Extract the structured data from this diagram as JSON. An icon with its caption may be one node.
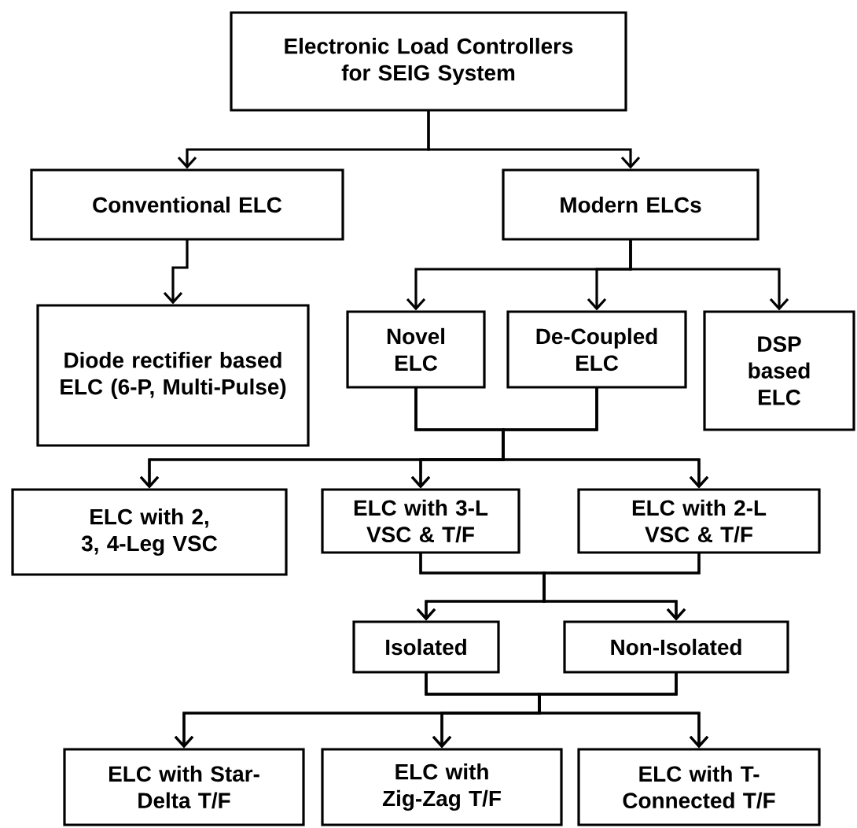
{
  "diagram": {
    "nodes": [
      {
        "text": [
          "Electronic Load Controllers for SEIG System"
        ]
      },
      {
        "text": [
          "Conventional ELC"
        ]
      },
      {
        "text": [
          "Modern ELCs"
        ]
      },
      {
        "text": [
          "Diode rectifier based ELC (6-P, Multi-Pulse)"
        ]
      },
      {
        "text": [
          "Novel ELC"
        ]
      },
      {
        "text": [
          "De-Coupled ELC"
        ]
      },
      {
        "text": [
          "DSP based ELC"
        ]
      },
      {
        "text": [
          "ELC with 2, 3, 4-Leg VSC"
        ]
      },
      {
        "text": [
          "ELC with 3-L VSC & T/F"
        ]
      },
      {
        "text": [
          "ELC with 2-L VSC & T/F"
        ]
      },
      {
        "text": [
          "Isolated"
        ]
      },
      {
        "text": [
          "Non-Isolated"
        ]
      },
      {
        "text": [
          "ELC with Star-Delta T/F"
        ]
      },
      {
        "text": [
          "ELC with Zig-Zag T/F"
        ]
      },
      {
        "text": [
          "ELC with T-Connected T/F"
        ]
      }
    ],
    "edges": [
      {
        "from": 0,
        "to": 1,
        "arrow": "to"
      },
      {
        "from": 0,
        "to": 2,
        "arrow": "to"
      },
      {
        "from": 1,
        "to": 3,
        "arrow": "to"
      },
      {
        "from": 2,
        "to": 4,
        "arrow": "to"
      },
      {
        "from": 2,
        "to": 5,
        "arrow": "to"
      },
      {
        "from": 2,
        "to": 6,
        "arrow": "to"
      },
      {
        "from": 4,
        "to": 7,
        "arrow": "to"
      },
      {
        "from": 4,
        "to": 8,
        "arrow": "to"
      },
      {
        "from": 4,
        "to": 9,
        "arrow": "to"
      },
      {
        "from": 5,
        "to": 7,
        "arrow": "to"
      },
      {
        "from": 5,
        "to": 8,
        "arrow": "to"
      },
      {
        "from": 5,
        "to": 9,
        "arrow": "to"
      },
      {
        "from": 8,
        "to": 10,
        "arrow": "to"
      },
      {
        "from": 8,
        "to": 11,
        "arrow": "to"
      },
      {
        "from": 9,
        "to": 10,
        "arrow": "to"
      },
      {
        "from": 9,
        "to": 11,
        "arrow": "to"
      },
      {
        "from": 10,
        "to": 12,
        "arrow": "to"
      },
      {
        "from": 10,
        "to": 13,
        "arrow": "to"
      },
      {
        "from": 10,
        "to": 14,
        "arrow": "to"
      },
      {
        "from": 11,
        "to": 12,
        "arrow": "to"
      },
      {
        "from": 11,
        "to": 13,
        "arrow": "to"
      },
      {
        "from": 11,
        "to": 14,
        "arrow": "to"
      }
    ]
  }
}
